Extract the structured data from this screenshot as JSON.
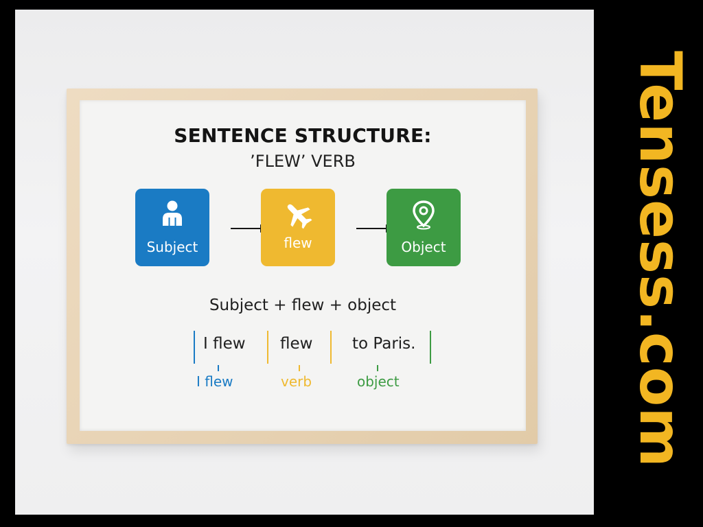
{
  "poster": {
    "title": "SENTENCE STRUCTURE:",
    "subtitle": "’FLEW’ VERB",
    "boxes": [
      {
        "label": "Subject",
        "icon": "person-icon",
        "color": "#1a7bc4"
      },
      {
        "label": "flew",
        "icon": "airplane-icon",
        "color": "#efb930"
      },
      {
        "label": "Object",
        "icon": "map-pin-icon",
        "color": "#3d9b43"
      }
    ],
    "formula": "Subject + flew + object",
    "example": [
      {
        "text": "I flew",
        "tag": "I flew",
        "color": "#1a7bc4"
      },
      {
        "text": "flew",
        "tag": "verb",
        "color": "#efb930"
      },
      {
        "text": "to Paris.",
        "tag": "object",
        "color": "#3d9b43"
      }
    ]
  },
  "brand": {
    "text": "Tensess.com",
    "color": "#f2b622"
  }
}
